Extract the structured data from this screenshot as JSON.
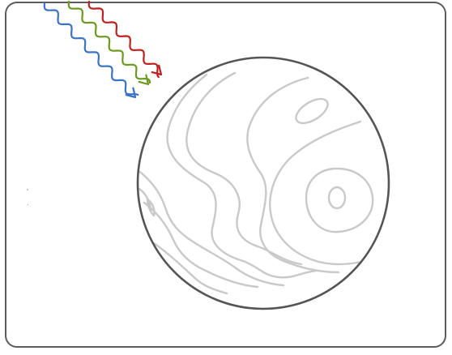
{
  "diagram": {
    "subject": "planet-with-incoming-radiation",
    "colors": {
      "frame": "#5c5c5c",
      "planet_outline": "#555555",
      "bands": "#c9c9c9",
      "ray_red": "#c01f1f",
      "ray_green": "#6a9a1e",
      "ray_blue": "#3a72c8"
    },
    "rays": [
      {
        "name": "red",
        "color": "#c01f1f"
      },
      {
        "name": "green",
        "color": "#6a9a1e"
      },
      {
        "name": "blue",
        "color": "#3a72c8"
      }
    ]
  }
}
